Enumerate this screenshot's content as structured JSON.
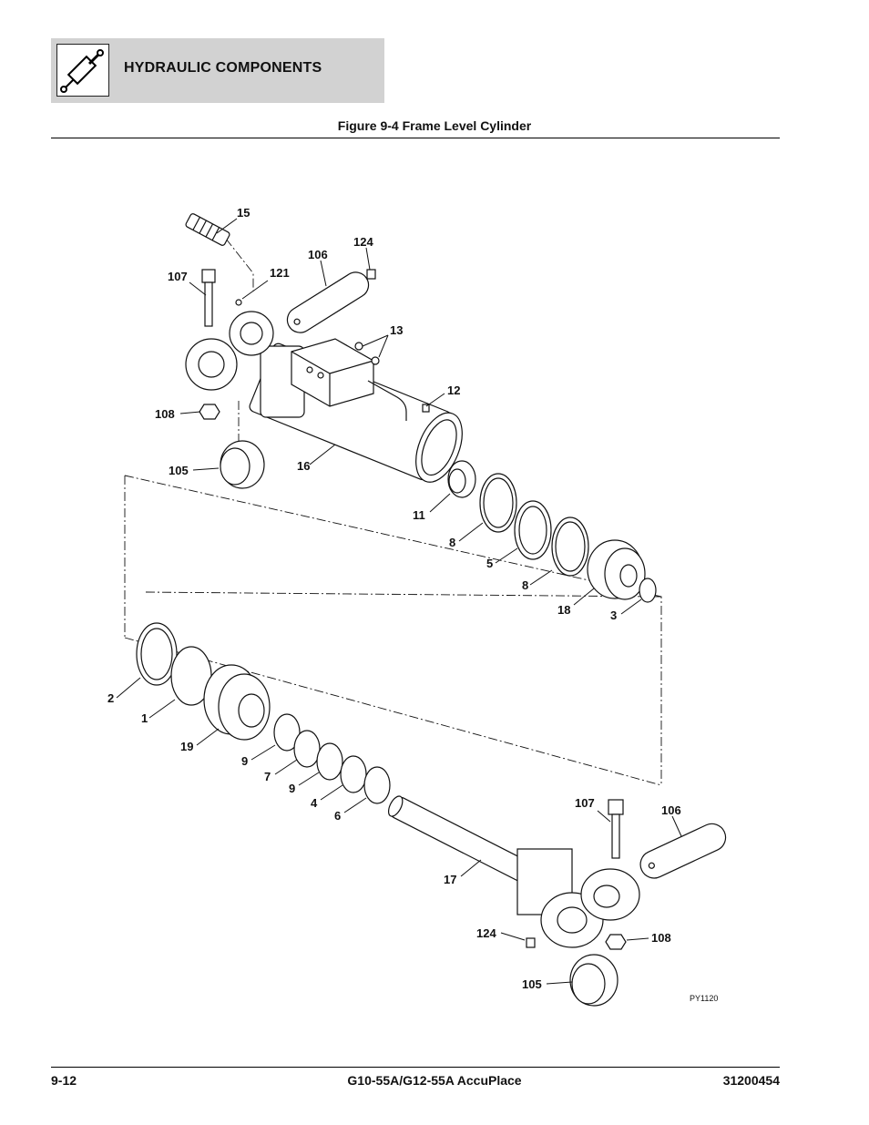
{
  "header": {
    "section_title": "HYDRAULIC COMPONENTS",
    "icon": "hydraulic-cylinder-icon"
  },
  "figure": {
    "title": "Figure 9-4 Frame Level Cylinder",
    "drawing_id": "PY1120",
    "callouts": [
      "15",
      "124",
      "106",
      "107",
      "121",
      "13",
      "12",
      "108",
      "105",
      "16",
      "11",
      "8",
      "5",
      "8",
      "18",
      "3",
      "2",
      "1",
      "19",
      "9",
      "7",
      "9",
      "4",
      "6",
      "107",
      "106",
      "17",
      "124",
      "108",
      "105"
    ]
  },
  "footer": {
    "page_number": "9-12",
    "model": "G10-55A/G12-55A AccuPlace",
    "doc_number": "31200454"
  }
}
